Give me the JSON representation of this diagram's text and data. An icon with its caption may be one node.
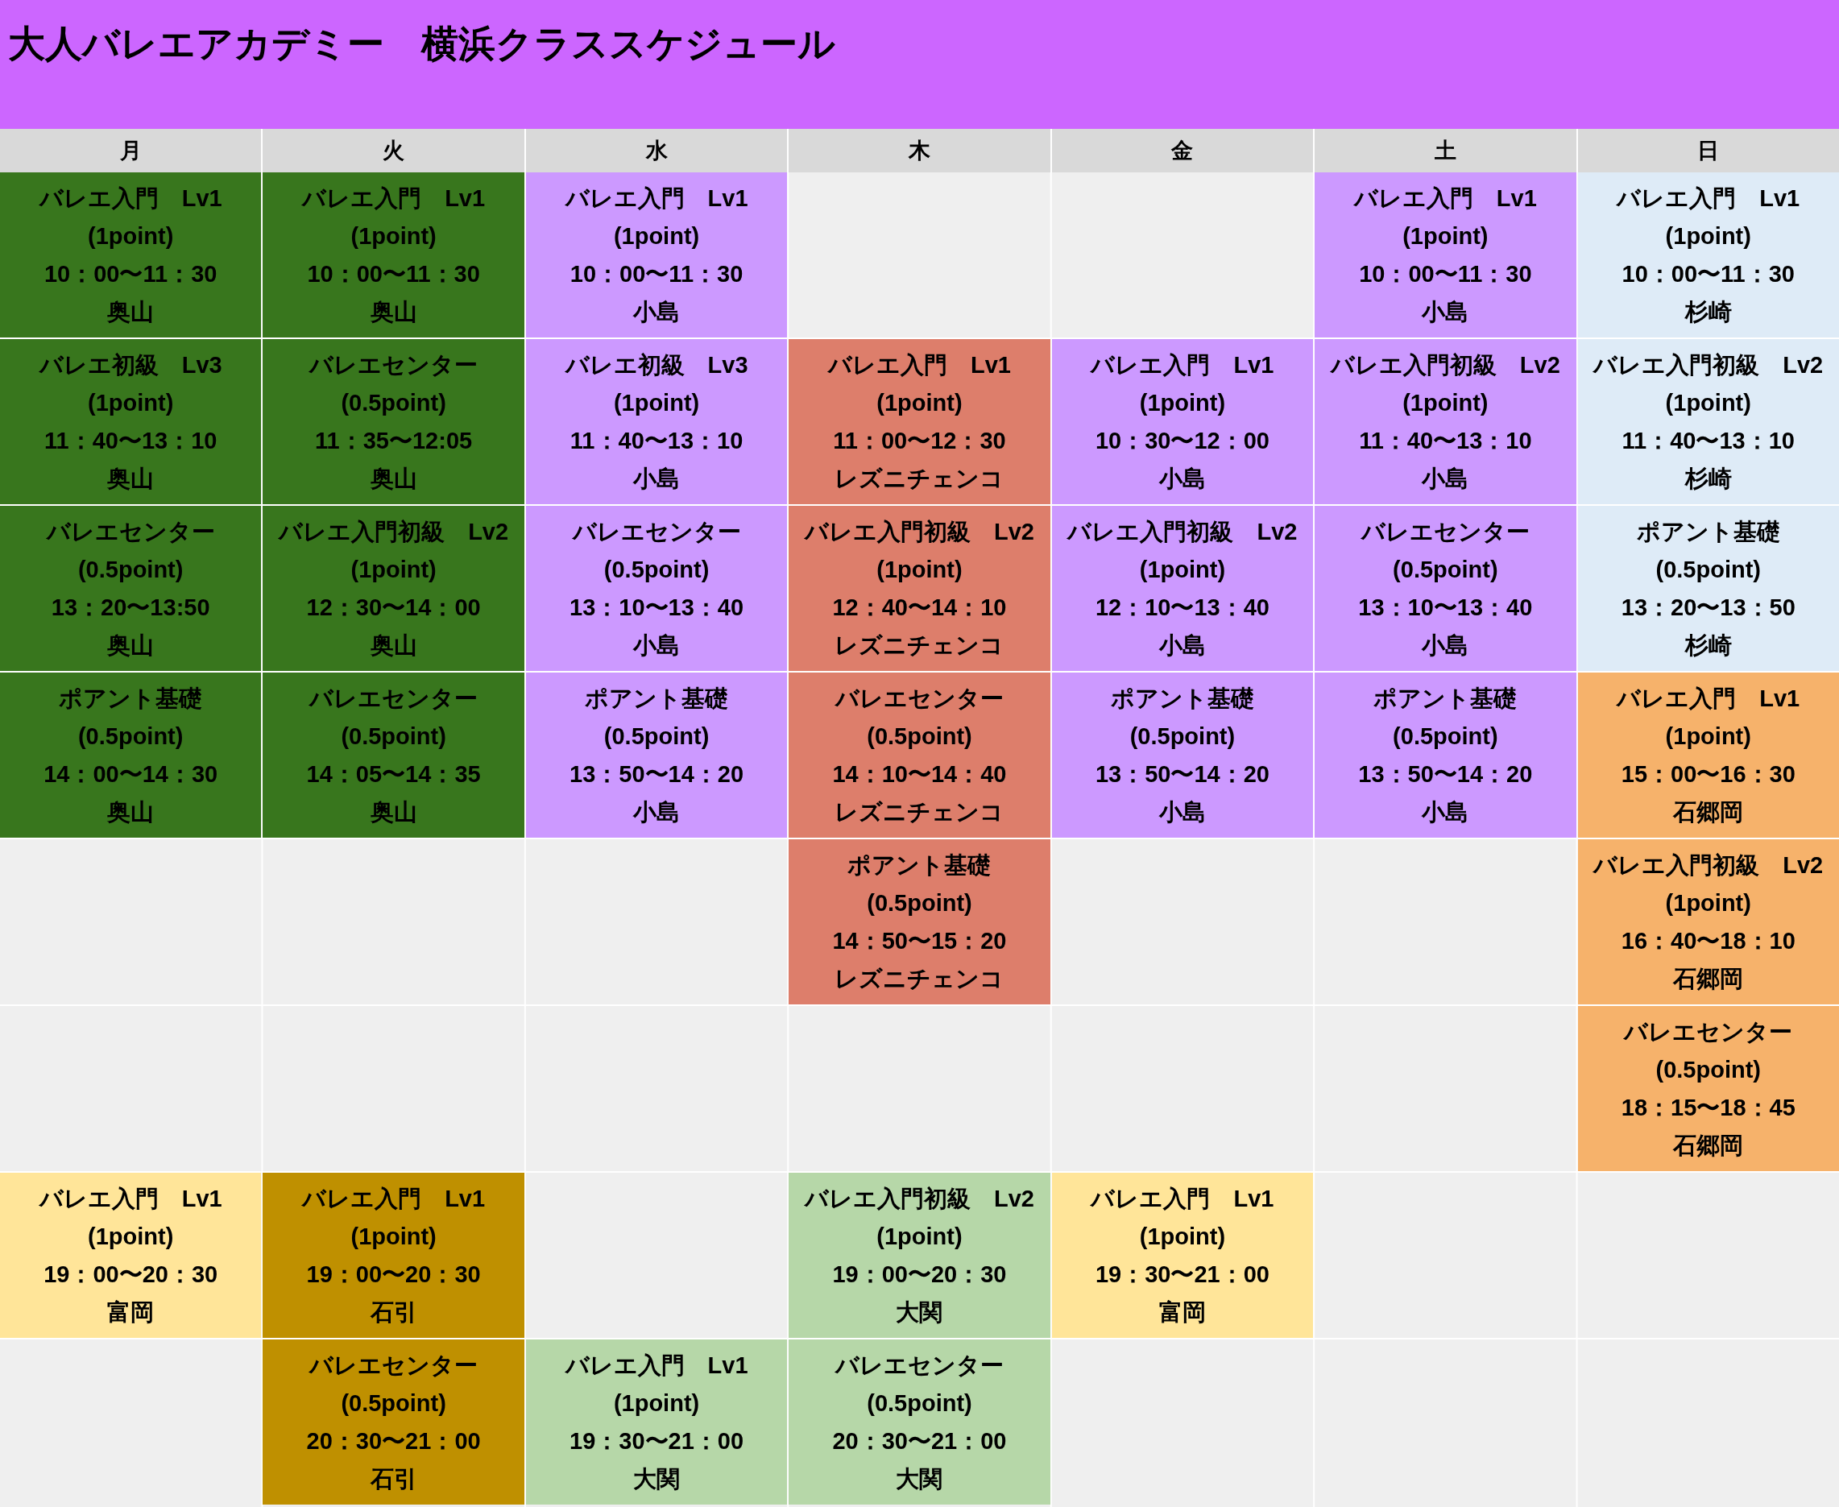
{
  "diagram": {
    "title": "大人バレエアカデミー　横浜クラススケジュール",
    "nodes": [
      {
        "text": [
          "バレエ入門　Lv1",
          "(1point)",
          "10：00〜11：30",
          "奥山"
        ]
      },
      {
        "text": [
          "バレエ入門　Lv1",
          "(1point)",
          "10：00〜11：30",
          "奥山"
        ]
      },
      {
        "text": [
          "バレエ入門　Lv1",
          "(1point)",
          "10：00〜11：30",
          "小島"
        ]
      },
      {
        "text": [
          "バレエ入門　Lv1",
          "(1point)",
          "10：00〜11：30",
          "小島"
        ]
      },
      {
        "text": [
          "バレエ入門　Lv1",
          "(1point)",
          "10：00〜11：30",
          "杉崎"
        ]
      },
      {
        "text": [
          "バレエ初級　Lv3",
          "(1point)",
          "11：40〜13：10",
          "奥山"
        ]
      },
      {
        "text": [
          "バレエセンター",
          "(0.5point)",
          "11：35〜12:05",
          "奥山"
        ]
      },
      {
        "text": [
          "バレエ初級　Lv3",
          "(1point)",
          "11：40〜13：10",
          "小島"
        ]
      },
      {
        "text": [
          "バレエ入門　Lv1",
          "(1point)",
          "11：00〜12：30",
          "レズニチェンコ"
        ]
      },
      {
        "text": [
          "バレエ入門　Lv1",
          "(1point)",
          "10：30〜12：00",
          "小島"
        ]
      },
      {
        "text": [
          "バレエ入門初級　Lv2",
          "(1point)",
          "11：40〜13：10",
          "小島"
        ]
      },
      {
        "text": [
          "バレエ入門初級　Lv2",
          "(1point)",
          "11：40〜13：10",
          "杉崎"
        ]
      },
      {
        "text": [
          "バレエセンター",
          "(0.5point)",
          "13：20〜13:50",
          "奥山"
        ]
      },
      {
        "text": [
          "バレエ入門初級　Lv2",
          "(1point)",
          "12：30〜14：00",
          "奥山"
        ]
      },
      {
        "text": [
          "バレエセンター",
          "(0.5point)",
          "13：10〜13：40",
          "小島"
        ]
      },
      {
        "text": [
          "バレエ入門初級　Lv2",
          "(1point)",
          "12：40〜14：10",
          "レズニチェンコ"
        ]
      },
      {
        "text": [
          "バレエ入門初級　Lv2",
          "(1point)",
          "12：10〜13：40",
          "小島"
        ]
      },
      {
        "text": [
          "バレエセンター",
          "(0.5point)",
          "13：10〜13：40",
          "小島"
        ]
      },
      {
        "text": [
          "ポアント基礎",
          "(0.5point)",
          "13：20〜13：50",
          "杉崎"
        ]
      },
      {
        "text": [
          "ポアント基礎",
          "(0.5point)",
          "14：00〜14：30",
          "奥山"
        ]
      },
      {
        "text": [
          "バレエセンター",
          "(0.5point)",
          "14：05〜14：35",
          "奥山"
        ]
      },
      {
        "text": [
          "ポアント基礎",
          "(0.5point)",
          "13：50〜14：20",
          "小島"
        ]
      },
      {
        "text": [
          "バレエセンター",
          "(0.5point)",
          "14：10〜14：40",
          "レズニチェンコ"
        ]
      },
      {
        "text": [
          "ポアント基礎",
          "(0.5point)",
          "13：50〜14：20",
          "小島"
        ]
      },
      {
        "text": [
          "ポアント基礎",
          "(0.5point)",
          "13：50〜14：20",
          "小島"
        ]
      },
      {
        "text": [
          "バレエ入門　Lv1",
          "(1point)",
          "15：00〜16：30",
          "石郷岡"
        ]
      },
      {
        "text": [
          "ポアント基礎",
          "(0.5point)",
          "14：50〜15：20",
          "レズニチェンコ"
        ]
      },
      {
        "text": [
          "バレエ入門初級　Lv2",
          "(1point)",
          "16：40〜18：10",
          "石郷岡"
        ]
      },
      {
        "text": [
          "バレエセンター",
          "(0.5point)",
          "18：15〜18：45",
          "石郷岡"
        ]
      },
      {
        "text": [
          "バレエ入門　Lv1",
          "(1point)",
          "19：00〜20：30",
          "富岡"
        ]
      },
      {
        "text": [
          "バレエ入門　Lv1",
          "(1point)",
          "19：00〜20：30",
          "石引"
        ]
      },
      {
        "text": [
          "バレエ入門初級　Lv2",
          "(1point)",
          "19：00〜20：30",
          "大関"
        ]
      },
      {
        "text": [
          "バレエ入門　Lv1",
          "(1point)",
          "19：30〜21：00",
          "富岡"
        ]
      },
      {
        "text": [
          "バレエセンター",
          "(0.5point)",
          "20：30〜21：00",
          "石引"
        ]
      },
      {
        "text": [
          "バレエ入門　Lv1",
          "(1point)",
          "19：30〜21：00",
          "大関"
        ]
      },
      {
        "text": [
          "バレエセンター",
          "(0.5point)",
          "20：30〜21：00",
          "大関"
        ]
      }
    ],
    "labels": [
      "月",
      "火",
      "水",
      "木",
      "金",
      "土",
      "日"
    ]
  }
}
